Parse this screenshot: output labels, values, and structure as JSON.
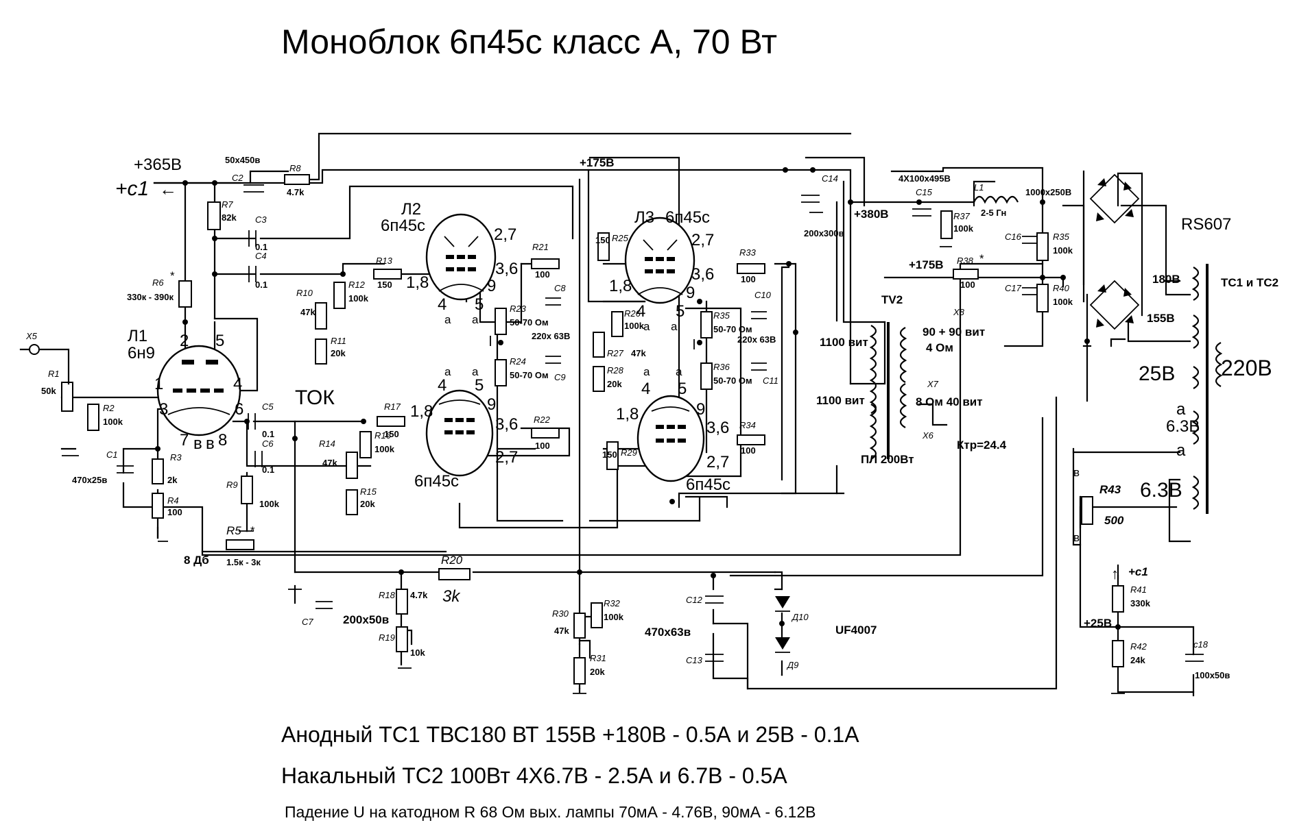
{
  "title": "Моноблок 6п45с класс А, 70 Вт",
  "notes": [
    "Анодный ТС1 ТВС180 ВТ 155В +180В - 0.5А и 25В - 0.1А",
    "Накальный ТС2 100Вт 4X6.7В - 2.5А и 6.7В - 0.5А",
    "Падение U на катодном R 68 Ом вых. лампы 70мА - 4.76В, 90мА - 6.12В"
  ],
  "rails": {
    "b365": "+365В",
    "c1": "+с1",
    "b175": "+175В",
    "b380": "+380В",
    "b175r": "+175В",
    "b25": "+25В",
    "c1b": "+с1"
  },
  "tubes": {
    "l1": {
      "name": "Л1",
      "type": "6н9",
      "pins": [
        "2",
        "5",
        "1",
        "4",
        "3",
        "6",
        "7",
        "8",
        "в",
        "в"
      ]
    },
    "l2a": {
      "name": "Л2",
      "type": "6п45с"
    },
    "l2b": {
      "name": "Л2",
      "type": "6п45с"
    },
    "l3a": {
      "name": "Л3",
      "type": "6п45с"
    },
    "l3b": {
      "name": "Л3",
      "type": "6п45с"
    },
    "pin_labels": [
      "2,7",
      "3,6",
      "1,8",
      "9",
      "4",
      "5",
      "а",
      "а"
    ]
  },
  "components": {
    "X5": "X5",
    "R1": "R1",
    "R1v": "50k",
    "R2": "R2",
    "R2v": "100k",
    "C1": "C1",
    "C1v": "470x25в",
    "R3": "R3",
    "R3v": "2k",
    "R4": "R4",
    "R4v": "100",
    "R5": "R5",
    "R5v": "1.5к - 3к",
    "db": "8 Дб",
    "R6": "R6",
    "R6v": "330к - 390к",
    "R7": "R7",
    "R7v": "82k",
    "C2": "C2",
    "C2v": "50x450в",
    "R8": "R8",
    "R8v": "4.7k",
    "C3": "C3",
    "C3v": "0.1",
    "C4": "C4",
    "C4v": "0.1",
    "C5": "C5",
    "C5v": "0.1",
    "C6": "C6",
    "C6v": "0.1",
    "R9": "R9",
    "R9v": "100k",
    "R10": "R10",
    "R10v": "47k",
    "R11": "R11",
    "R11v": "20k",
    "R12": "R12",
    "R12v": "100k",
    "R13": "R13",
    "R13v": "150",
    "R14": "R14",
    "R14v": "47k",
    "R15": "R15",
    "R15v": "20k",
    "R16": "R16",
    "R16v": "100k",
    "R17": "R17",
    "R17v": "150",
    "R18": "R18",
    "R18v": "4.7k",
    "R19": "R19",
    "R19v": "10k",
    "R20": "R20",
    "R20v": "3k",
    "R21": "R21",
    "R21v": "100",
    "R22": "R22",
    "R22v": "100",
    "R23": "R23",
    "R23v": "50-70 Ом",
    "R24": "R24",
    "R24v": "50-70 Ом",
    "C8": "C8",
    "C8v": "220x 63В",
    "C9": "C9",
    "R25": "R25",
    "R25v": "150",
    "R26": "R26",
    "R26v": "100k",
    "R27": "R27",
    "R27v": "47k",
    "R28": "R28",
    "R28v": "20k",
    "R29": "R29",
    "R29v": "150",
    "R30": "R30",
    "R30v": "47k",
    "R31": "R31",
    "R31v": "20k",
    "R32": "R32",
    "R32v": "100k",
    "R33": "R33",
    "R33v": "100",
    "R34": "R34",
    "R34v": "100",
    "R35": "R35",
    "R35v": "50-70 Ом",
    "R36": "R36",
    "R36v": "50-70 Ом",
    "C10": "C10",
    "C10v": "220x 63В",
    "C11": "C11",
    "C7": "C7",
    "C7v": "200x50в",
    "C12": "C12",
    "C12v": "470x63в",
    "C13": "C13",
    "C14": "C14",
    "C14v": "200x300в",
    "C15": "C15",
    "C15v": "4X100x495В",
    "R37": "R37",
    "R37v": "100k",
    "L1": "L1",
    "L1v": "2-5 Гн",
    "C16": "C16",
    "C16v": "1000x250В",
    "C17": "C17",
    "R35b": "R35",
    "R35bv": "100k",
    "R40": "R40",
    "R40v": "100k",
    "R38": "R38",
    "R38v": "100",
    "RS607": "RS607",
    "D10": "Д10",
    "D9": "Д9",
    "UF4007": "UF4007",
    "R41": "R41",
    "R41v": "330k",
    "R42": "R42",
    "R42v": "24k",
    "C18": "c18",
    "C18v": "100x50в",
    "R43": "R43",
    "R43v": "500",
    "tok": "ТОК"
  },
  "transformers": {
    "tv2": "TV2",
    "w1": "1100 вит",
    "w2": "1100 вит",
    "s1": "90 + 90 вит",
    "s1b": "4 Ом",
    "s2": "8 Ом  40 вит",
    "core": "ПЛ 200Вт",
    "ktr": "Ктр=24.4",
    "x8": "X8",
    "x7": "X7",
    "x6": "X6",
    "ts": "ТС1 и ТС2",
    "v180": "180В",
    "v155": "155В",
    "v25": "25В",
    "v220": "220В",
    "v63a": "6.3В",
    "v63b": "6.3В",
    "a1": "а",
    "a2": "а",
    "b1": "в",
    "b2": "в"
  }
}
